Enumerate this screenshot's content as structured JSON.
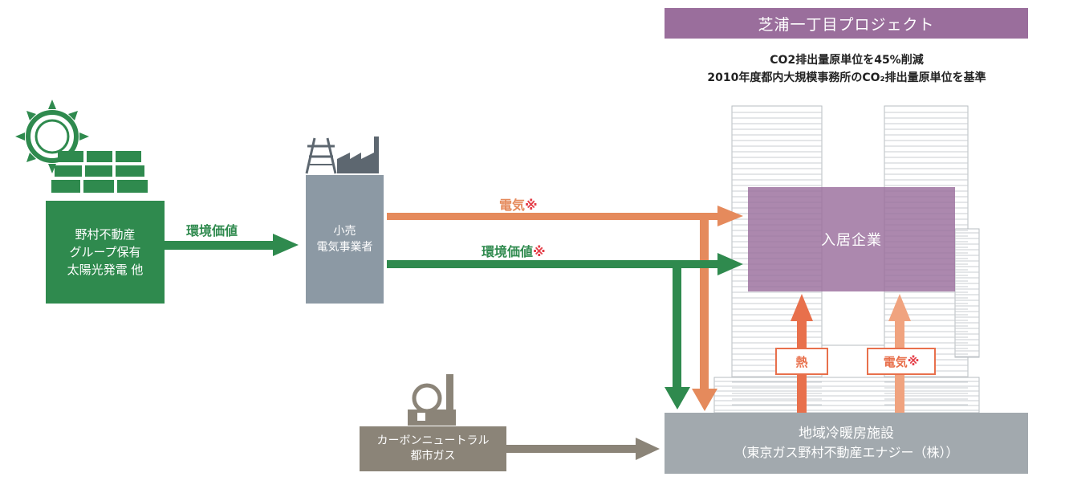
{
  "header": {
    "project_title": "芝浦一丁目プロジェクト",
    "co2_line1": "CO2排出量原単位を45%削減",
    "co2_line2": "2010年度都内大規模事務所のCO₂排出量原単位を基準"
  },
  "solar_box": {
    "line1": "野村不動産",
    "line2": "グループ保有",
    "line3": "太陽光発電 他"
  },
  "retailer_box": {
    "line1": "小売",
    "line2": "電気事業者"
  },
  "gas_box": {
    "line1": "カーボンニュートラル",
    "line2": "都市ガス"
  },
  "facility_box": {
    "line1": "地域冷暖房施設",
    "line2": "（東京ガス野村不動産エナジー（株））"
  },
  "tenants_label": "入居企業",
  "flows": {
    "env_value_1": "環境価値",
    "electricity_top": "電気",
    "env_value_2": "環境価値",
    "mark": "※"
  },
  "badges": {
    "heat": "熱",
    "electricity": "電気",
    "mark": "※"
  },
  "colors": {
    "green": "#2f8a4e",
    "orange": "#e58a5c",
    "red_orange": "#e8704c",
    "gray": "#8c99a4",
    "purple": "#9a6e9c",
    "brown": "#8b8478"
  }
}
